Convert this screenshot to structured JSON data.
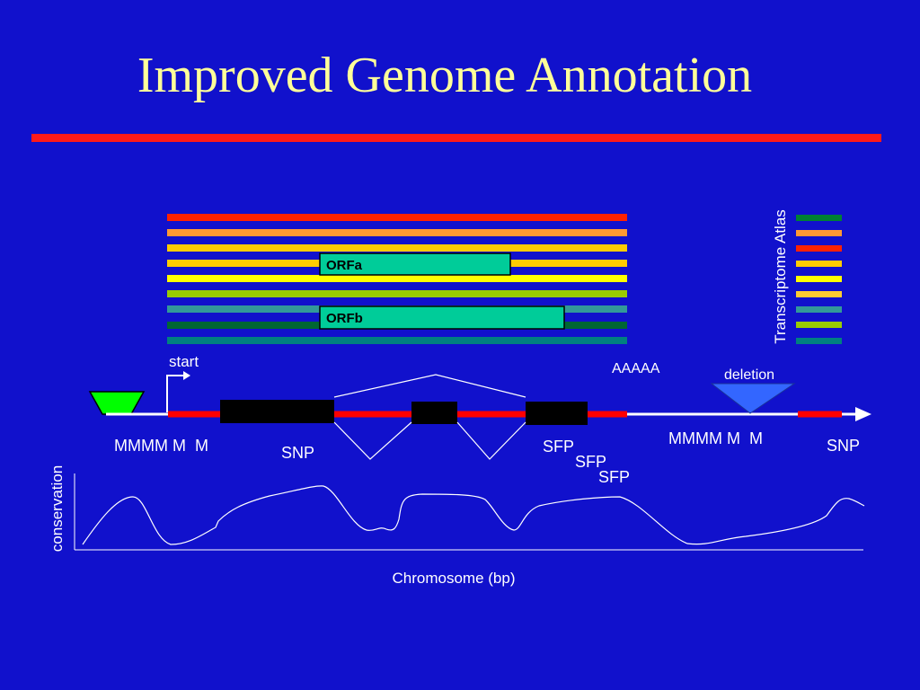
{
  "slide": {
    "title": "Improved Genome Annotation",
    "background_color": "#1111cc",
    "title_color": "#ffff99",
    "divider_color": "#ff1a1a"
  },
  "transcripts": {
    "bar_colors": [
      "#ff2200",
      "#ff9933",
      "#ffcc00",
      "#ffcc00",
      "#ffff00",
      "#99cc00",
      "#339999",
      "#006633",
      "#008080"
    ],
    "orfs": [
      {
        "label": "ORFa",
        "color": "#00cc99"
      },
      {
        "label": "ORFb",
        "color": "#00cc99"
      }
    ]
  },
  "legend": {
    "title": "Transcriptome Atlas",
    "swatch_colors": [
      "#008033",
      "#ff9933",
      "#ff2200",
      "#ffcc00",
      "#ffff00",
      "#ffcc33",
      "#339999",
      "#99cc00",
      "#008080"
    ]
  },
  "gene_model": {
    "start_label": "start",
    "polya_label": "AAAAA",
    "deletion_label": "deletion",
    "promoter_color": "#00ff00",
    "deletion_color": "#3366ff",
    "exon_color": "#000000",
    "utr_color": "#ff0000",
    "chromosome_color": "#ffffff"
  },
  "markers": {
    "left_microsatellites": "MMMM M  M",
    "left_snp": "SNP",
    "sfp": [
      "SFP",
      "SFP",
      "SFP"
    ],
    "right_microsatellites": "MMMM M  M",
    "right_snp": "SNP"
  },
  "conservation": {
    "ylabel": "conservation",
    "xlabel": "Chromosome (bp)"
  }
}
